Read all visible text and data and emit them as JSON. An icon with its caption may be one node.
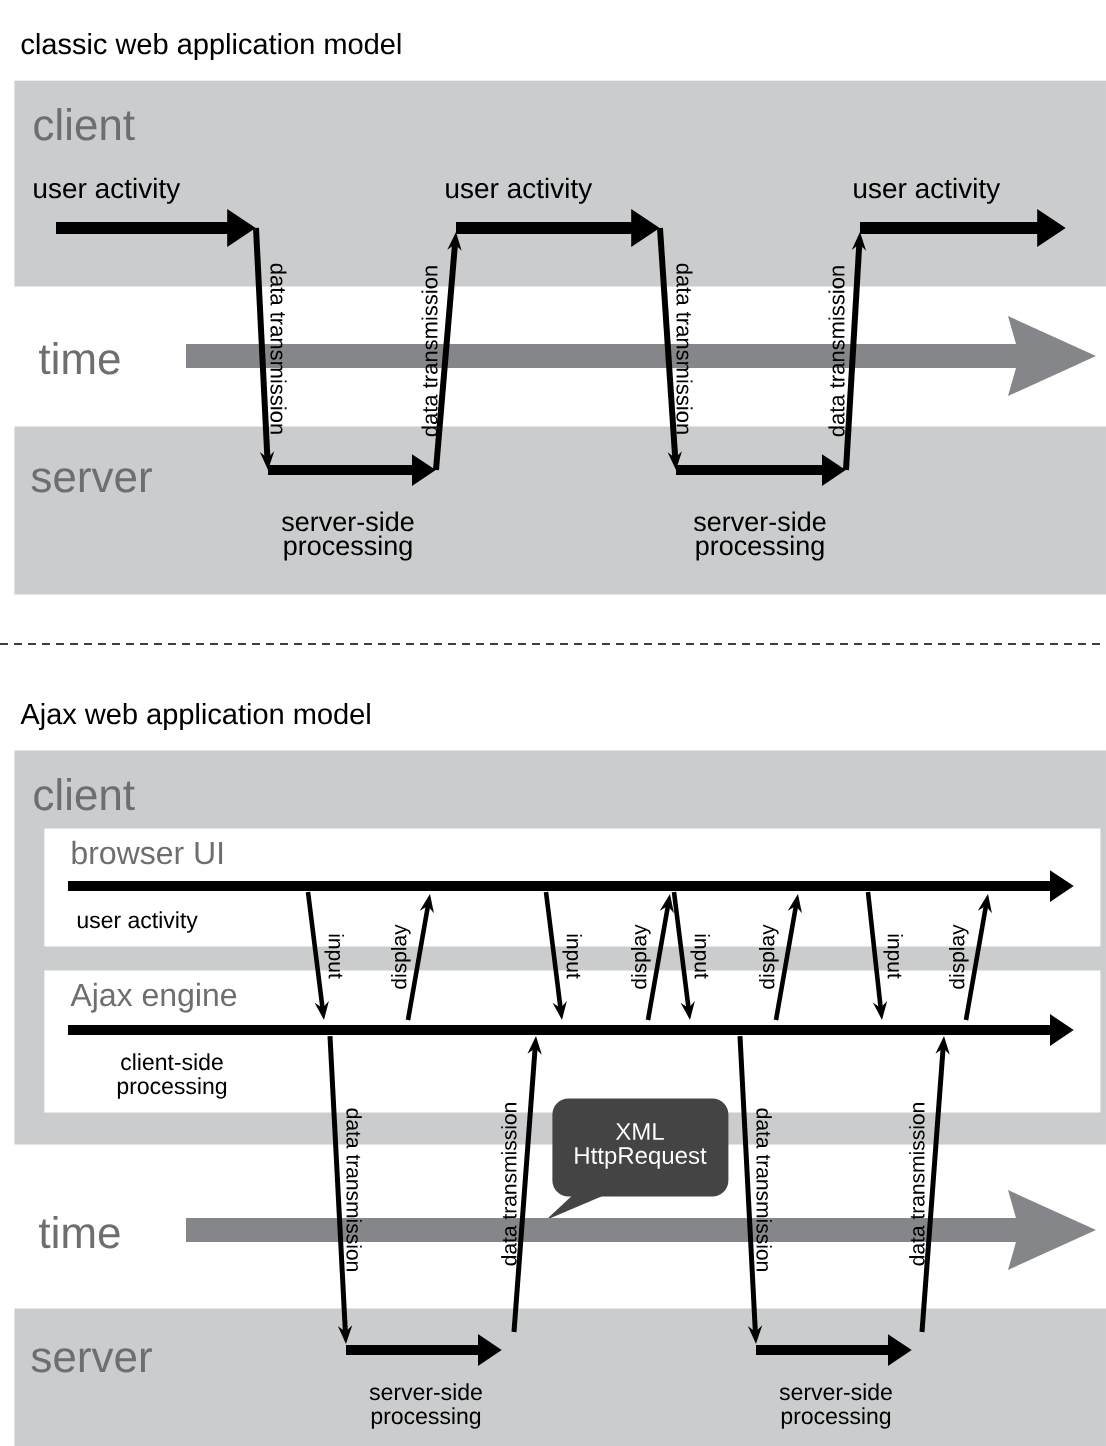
{
  "diagram": {
    "title": "classic web application model",
    "nodes": [
      {
        "text": [
          "client"
        ]
      },
      {
        "text": [
          "time"
        ]
      },
      {
        "text": [
          "server"
        ]
      },
      {
        "text": [
          "client"
        ]
      },
      {
        "text": [
          "browser UI",
          "user activity"
        ],
        "in": 3
      },
      {
        "text": [
          "Ajax engine",
          "client-side processing"
        ],
        "in": 3
      },
      {
        "text": [
          "XML HttpRequest"
        ]
      },
      {
        "text": [
          "time"
        ]
      },
      {
        "text": [
          "server"
        ]
      }
    ],
    "edges": [
      {
        "from": 0,
        "to": 2,
        "arrow": "to",
        "label": "data transmission"
      },
      {
        "from": 2,
        "to": 0,
        "arrow": "to",
        "label": "data transmission"
      },
      {
        "from": 0,
        "to": 2,
        "arrow": "to",
        "label": "data transmission"
      },
      {
        "from": 2,
        "to": 0,
        "arrow": "to",
        "label": "data transmission"
      },
      {
        "from": 4,
        "to": 5,
        "arrow": "to",
        "label": "input"
      },
      {
        "from": 5,
        "to": 4,
        "arrow": "to",
        "label": "display"
      },
      {
        "from": 4,
        "to": 5,
        "arrow": "to",
        "label": "input"
      },
      {
        "from": 5,
        "to": 4,
        "arrow": "to",
        "label": "display"
      },
      {
        "from": 4,
        "to": 5,
        "arrow": "to",
        "label": "input"
      },
      {
        "from": 5,
        "to": 4,
        "arrow": "to",
        "label": "display"
      },
      {
        "from": 4,
        "to": 5,
        "arrow": "to",
        "label": "input"
      },
      {
        "from": 5,
        "to": 4,
        "arrow": "to",
        "label": "display"
      },
      {
        "from": 5,
        "to": 8,
        "arrow": "to",
        "label": "data transmission"
      },
      {
        "from": 8,
        "to": 5,
        "arrow": "to",
        "label": "data transmission"
      },
      {
        "from": 5,
        "to": 8,
        "arrow": "to",
        "label": "data transmission"
      },
      {
        "from": 8,
        "to": 5,
        "arrow": "to",
        "label": "data transmission"
      }
    ],
    "labels": [
      "user activity",
      "user activity",
      "user activity",
      "server-side processing",
      "server-side processing",
      "Ajax web application model",
      "server-side processing",
      "server-side processing"
    ]
  }
}
